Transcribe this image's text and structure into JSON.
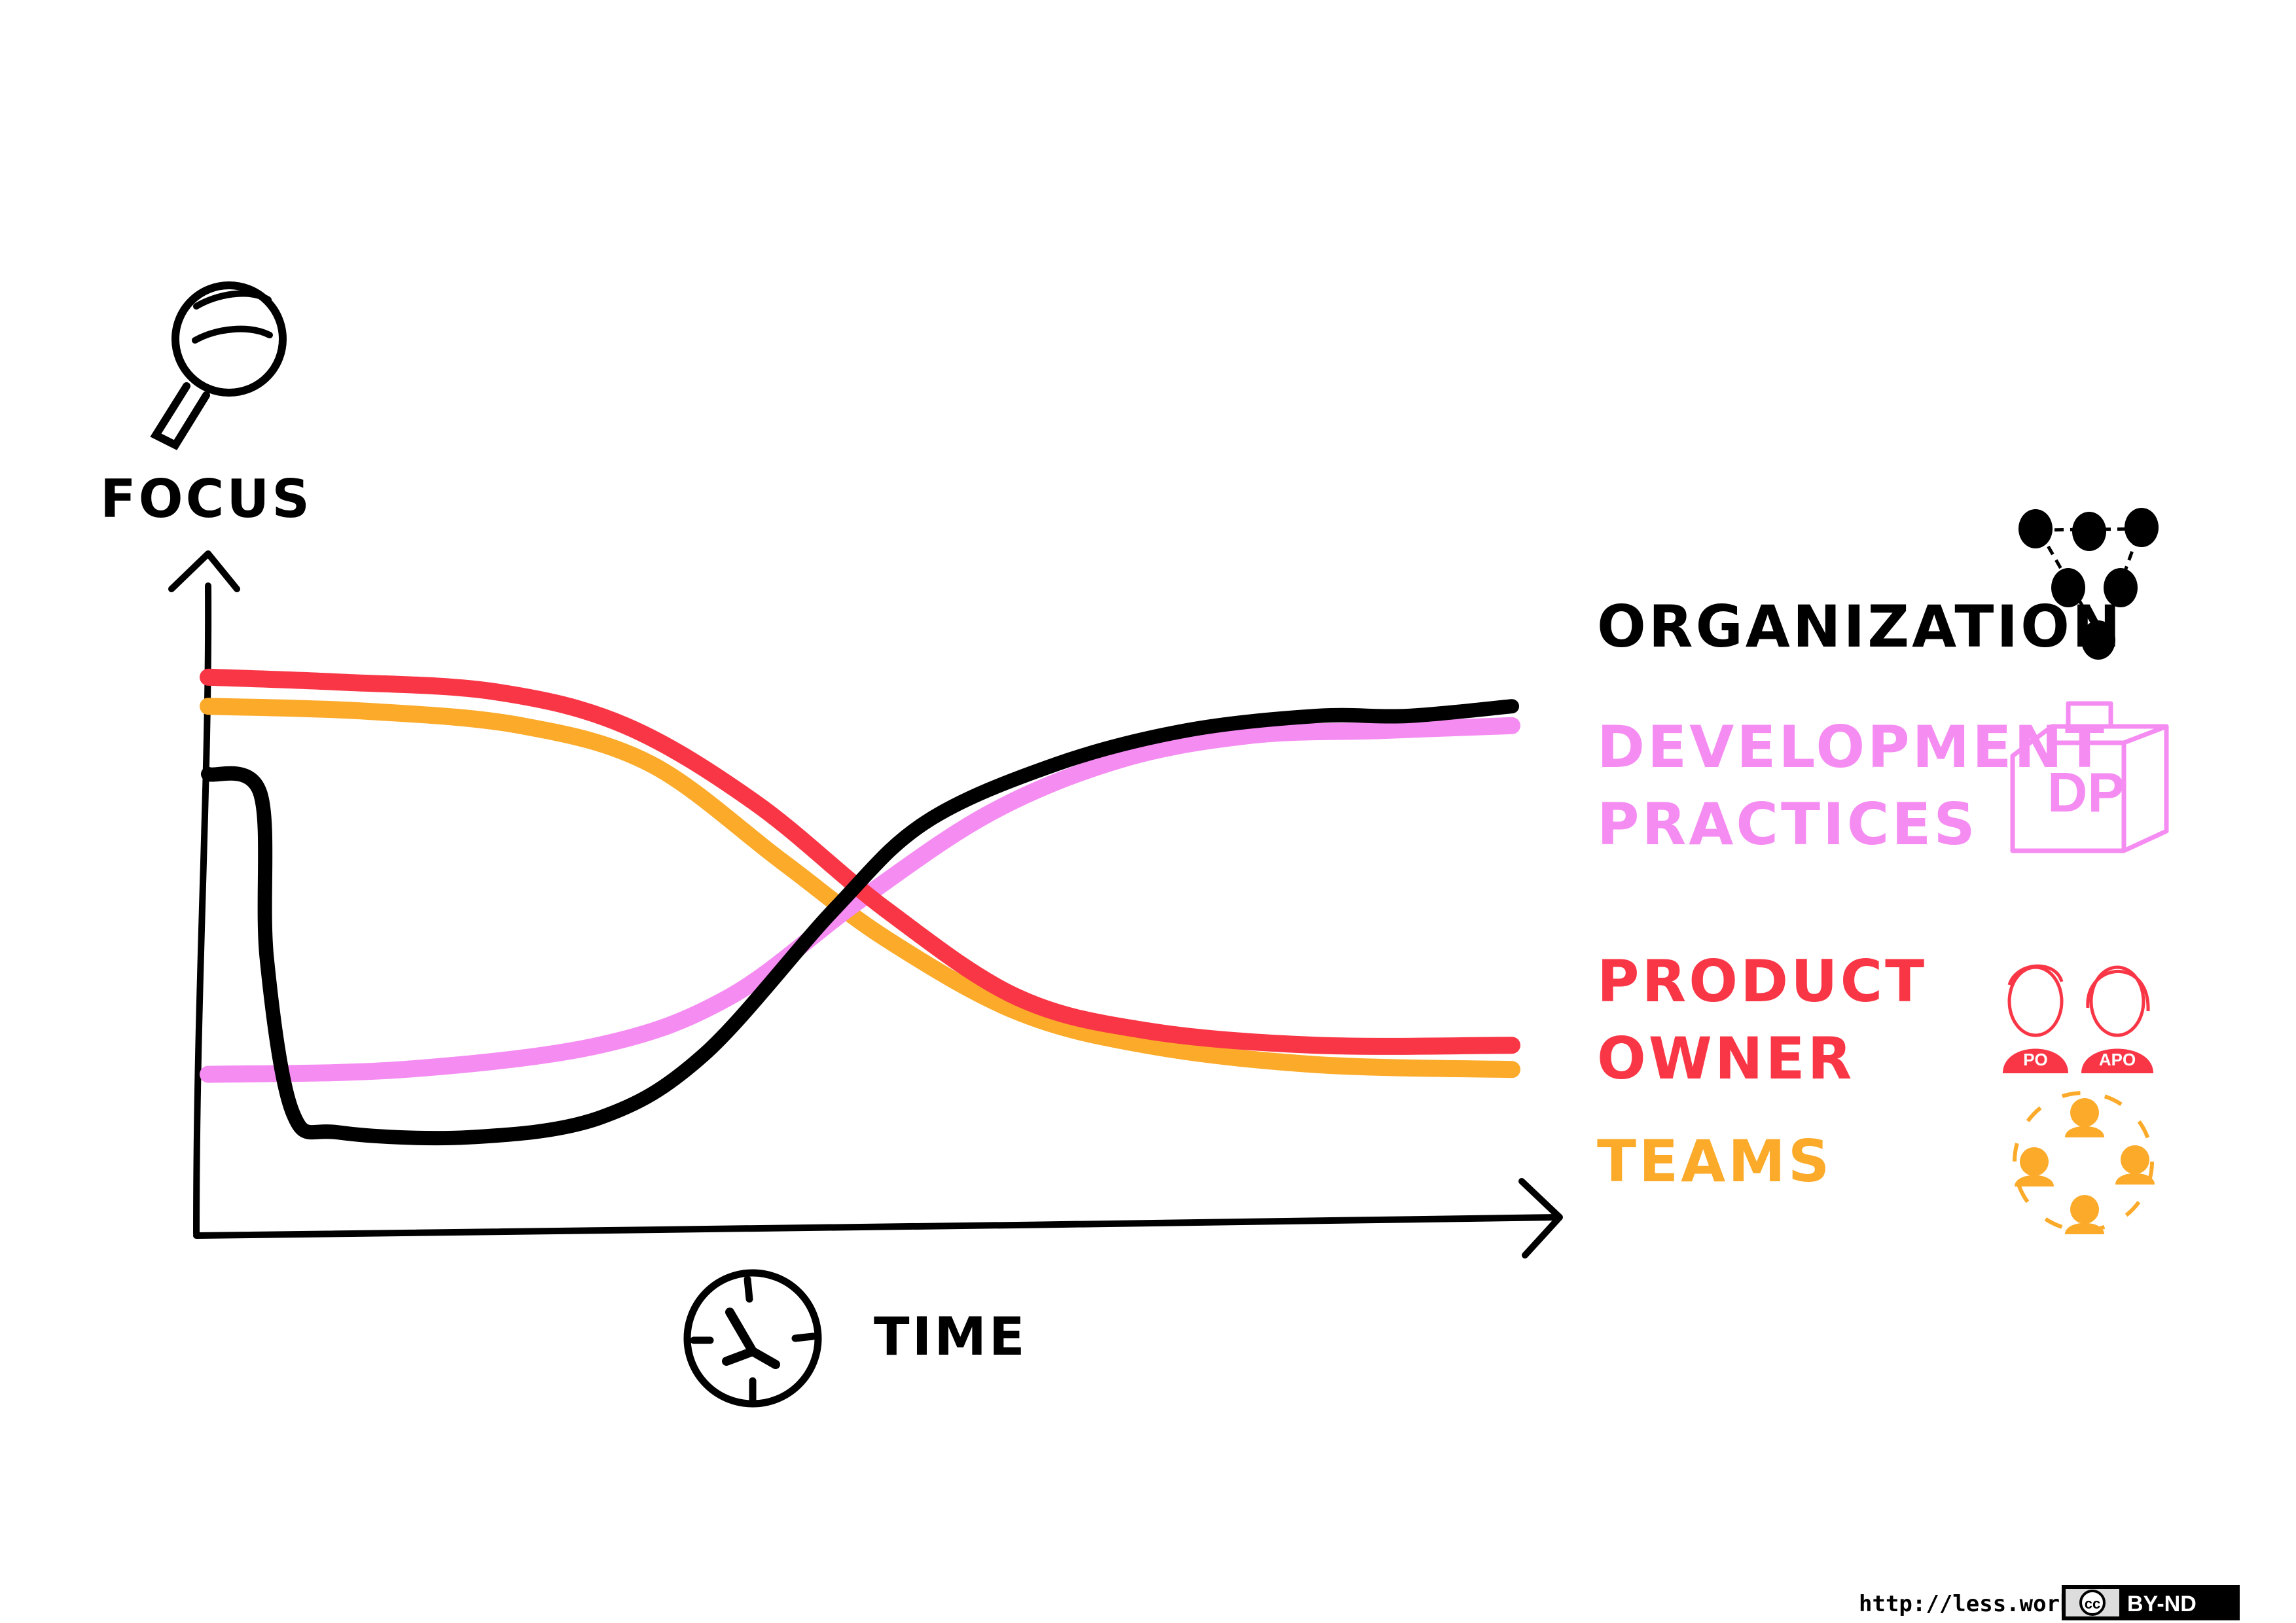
{
  "chart_data": {
    "type": "line",
    "xlabel": "TIME",
    "ylabel": "FOCUS",
    "grid": false,
    "legend_placement": "right",
    "series": [
      {
        "name": "ORGANIZATION",
        "color": "#000000",
        "icon": "network-triangle-icon",
        "points": [
          [
            0.0,
            0.78
          ],
          [
            0.04,
            0.74
          ],
          [
            0.045,
            0.4
          ],
          [
            0.065,
            0.08
          ],
          [
            0.1,
            0.04
          ],
          [
            0.2,
            0.03
          ],
          [
            0.3,
            0.07
          ],
          [
            0.38,
            0.2
          ],
          [
            0.48,
            0.5
          ],
          [
            0.55,
            0.68
          ],
          [
            0.65,
            0.8
          ],
          [
            0.75,
            0.87
          ],
          [
            0.85,
            0.9
          ],
          [
            0.92,
            0.9
          ],
          [
            1.0,
            0.92
          ]
        ]
      },
      {
        "name": [
          "DEVELOPMENT",
          "PRACTICES"
        ],
        "color": "#f58cf2",
        "icon": "development-practices-bag-icon",
        "points": [
          [
            0.0,
            0.16
          ],
          [
            0.15,
            0.17
          ],
          [
            0.3,
            0.22
          ],
          [
            0.4,
            0.32
          ],
          [
            0.5,
            0.52
          ],
          [
            0.6,
            0.7
          ],
          [
            0.7,
            0.81
          ],
          [
            0.8,
            0.86
          ],
          [
            0.9,
            0.87
          ],
          [
            1.0,
            0.88
          ]
        ]
      },
      {
        "name": [
          "PRODUCT",
          "OWNER"
        ],
        "color": "#f93646",
        "icon": "product-owner-people-icon",
        "points": [
          [
            0.0,
            0.98
          ],
          [
            0.1,
            0.97
          ],
          [
            0.22,
            0.95
          ],
          [
            0.32,
            0.88
          ],
          [
            0.42,
            0.72
          ],
          [
            0.52,
            0.5
          ],
          [
            0.62,
            0.32
          ],
          [
            0.72,
            0.25
          ],
          [
            0.85,
            0.22
          ],
          [
            1.0,
            0.22
          ]
        ]
      },
      {
        "name": "TEAMS",
        "color": "#fbaa2a",
        "icon": "teams-circle-icon",
        "points": [
          [
            0.0,
            0.92
          ],
          [
            0.12,
            0.91
          ],
          [
            0.24,
            0.88
          ],
          [
            0.34,
            0.8
          ],
          [
            0.44,
            0.6
          ],
          [
            0.52,
            0.44
          ],
          [
            0.62,
            0.29
          ],
          [
            0.72,
            0.22
          ],
          [
            0.85,
            0.18
          ],
          [
            1.0,
            0.17
          ]
        ]
      }
    ]
  },
  "icons": {
    "focus": "magnifying-glass-icon",
    "time": "clock-icon",
    "license": "cc-license-icon"
  },
  "product_owner_badges": [
    "PO",
    "APO"
  ],
  "dp_label": "DP",
  "footer": {
    "url": "http://less.works",
    "license_cc": "cc",
    "license_label": "BY-ND"
  }
}
